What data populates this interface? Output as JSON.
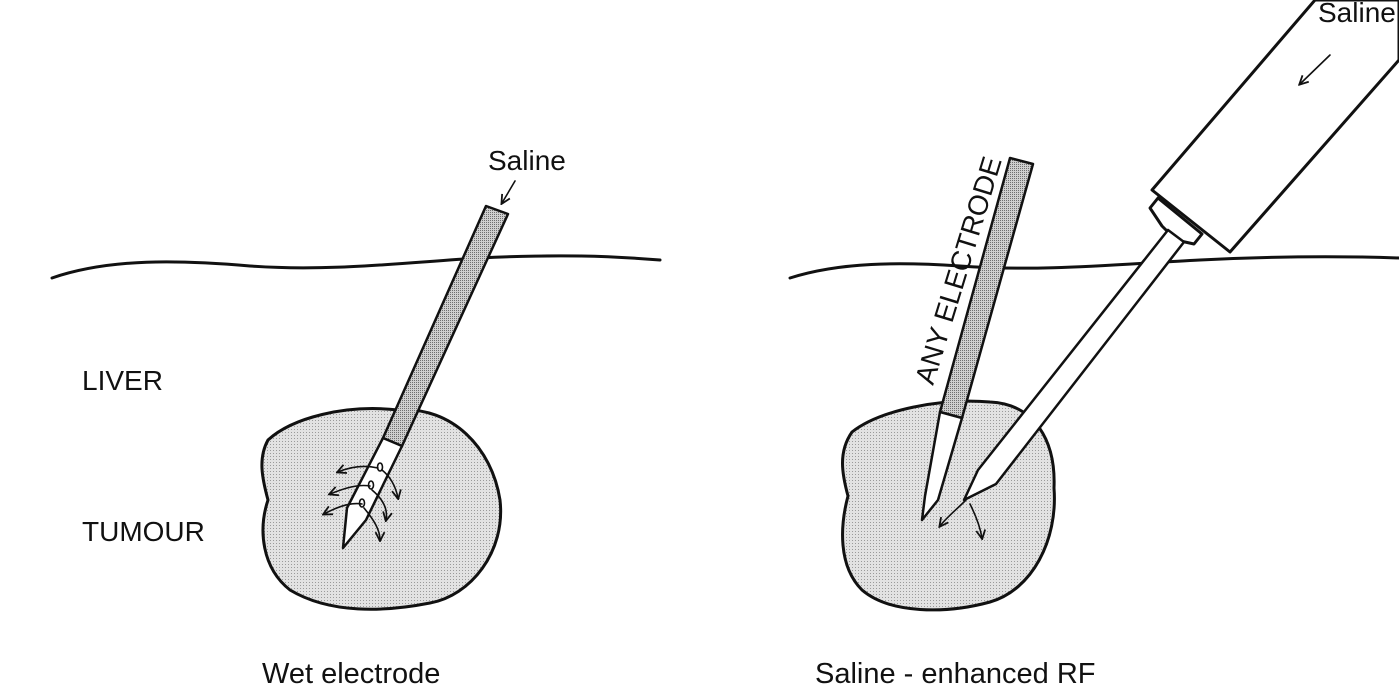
{
  "left_panel": {
    "saline_label": "Saline",
    "liver_label": "LIVER",
    "tumour_label": "TUMOUR",
    "caption": "Wet electrode"
  },
  "right_panel": {
    "saline_label": "Saline",
    "electrode_label": "ANY ELECTRODE",
    "caption": "Saline - enhanced RF"
  },
  "colors": {
    "tumour_fill": "#d9d9d9",
    "electrode_fill": "#bdbdbd",
    "line": "#111111"
  }
}
